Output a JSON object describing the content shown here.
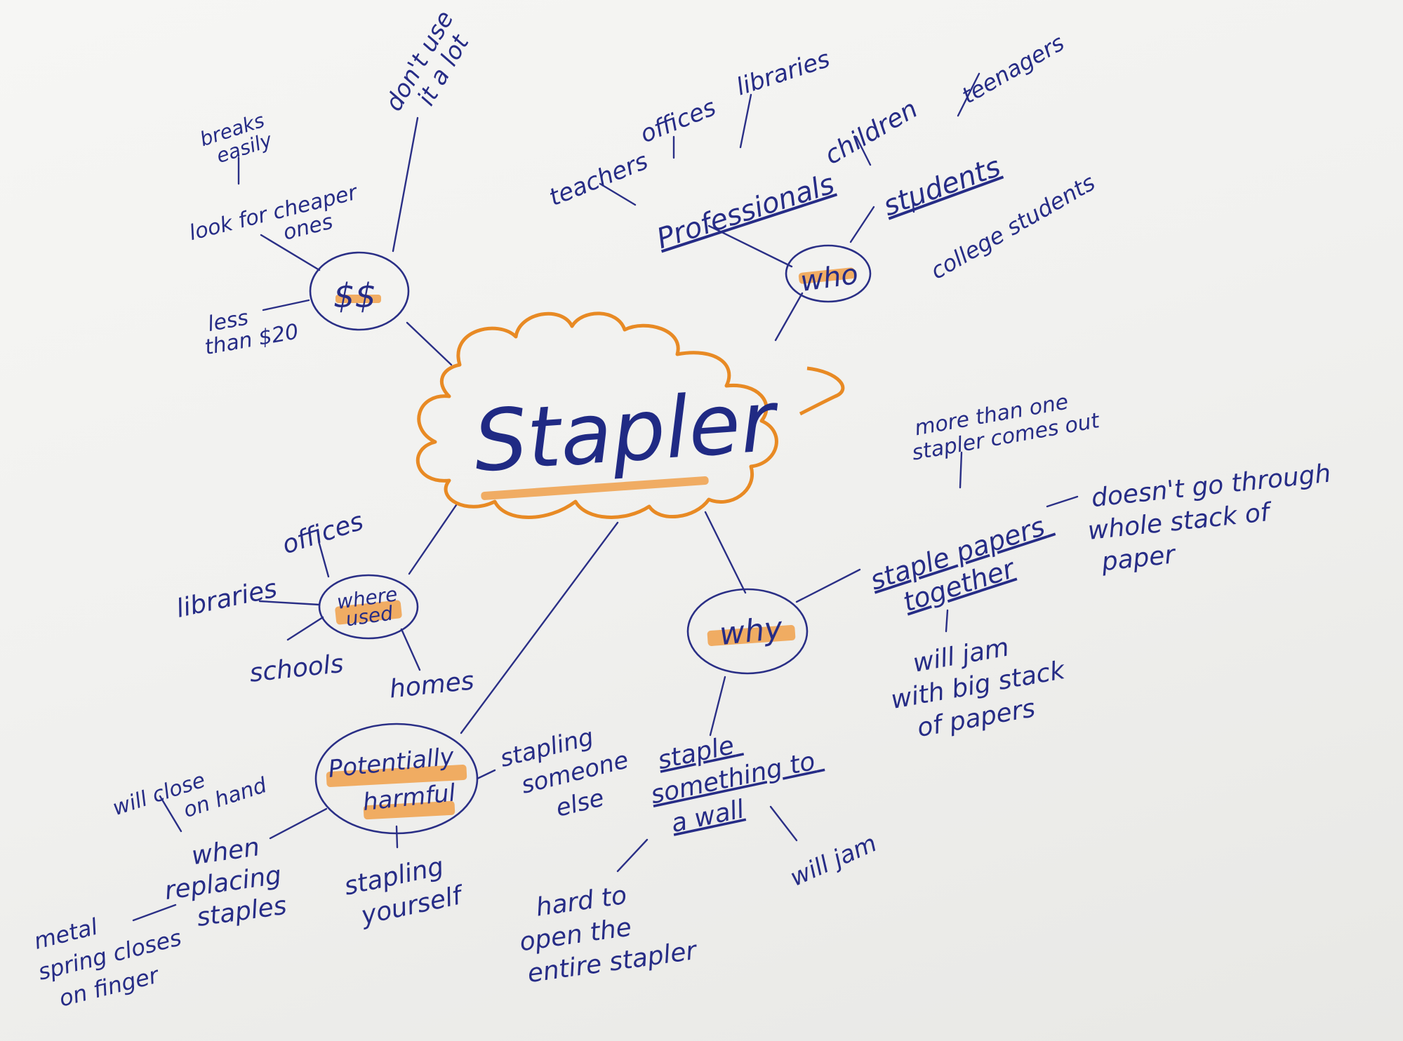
{
  "center": {
    "label": "Stapler"
  },
  "branches": {
    "cost": {
      "label": "$$",
      "items": [
        "breaks easily",
        "don't use it a lot",
        "look for cheaper ones",
        "less than $20"
      ]
    },
    "who": {
      "label": "who",
      "professionals": "Professionals",
      "professionals_items": [
        "teachers",
        "offices",
        "libraries"
      ],
      "children": "children",
      "students": "students",
      "students_items": [
        "teenagers",
        "college students"
      ]
    },
    "where": {
      "label": "where used",
      "items": [
        "offices",
        "libraries",
        "schools",
        "homes"
      ]
    },
    "why": {
      "label": "why",
      "staple_papers": "staple papers together",
      "staple_papers_items": [
        "more than one stapler comes out",
        "doesn't go through whole stack of paper",
        "will jam with big stack of papers"
      ],
      "staple_wall": "staple something to a wall",
      "staple_wall_items": [
        "hard to open the entire stapler",
        "will jam"
      ]
    },
    "harmful": {
      "label": "Potentially harmful",
      "items": [
        "stapling someone else",
        "stapling yourself"
      ],
      "replacing": "when replacing staples",
      "replacing_items": [
        "will close on hand",
        "metal spring closes on finger"
      ]
    }
  }
}
